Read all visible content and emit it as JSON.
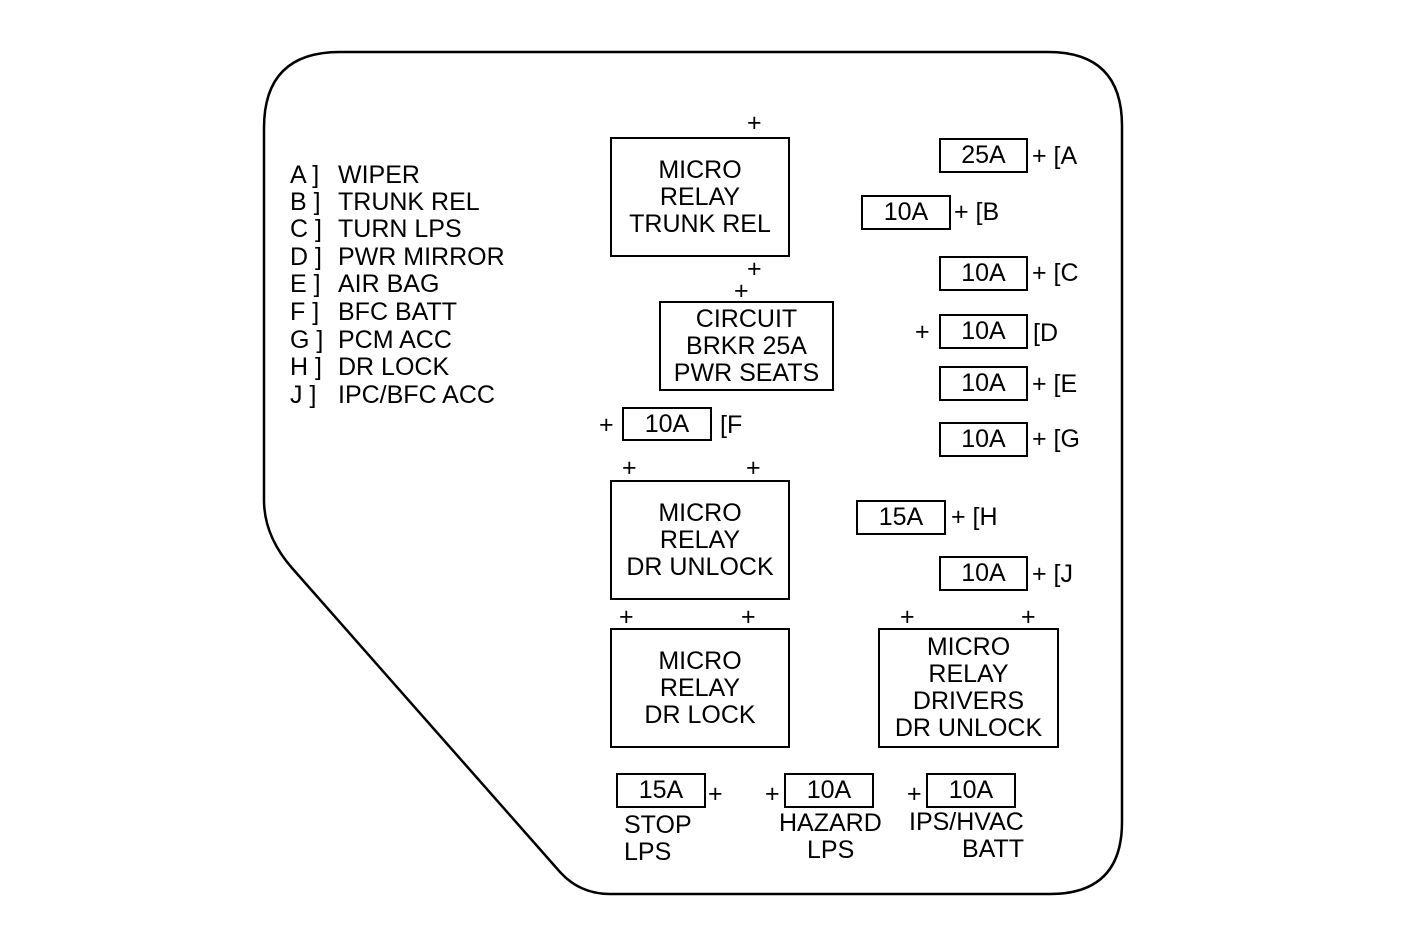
{
  "legend": [
    {
      "key": "A ]",
      "name": "WIPER"
    },
    {
      "key": "B ]",
      "name": "TRUNK REL"
    },
    {
      "key": "C ]",
      "name": "TURN LPS"
    },
    {
      "key": "D ]",
      "name": "PWR MIRROR"
    },
    {
      "key": "E ]",
      "name": "AIR BAG"
    },
    {
      "key": "F ]",
      "name": "BFC BATT"
    },
    {
      "key": "G ]",
      "name": "PCM ACC"
    },
    {
      "key": "H ]",
      "name": "DR LOCK"
    },
    {
      "key": "J ]",
      "name": "IPC/BFC ACC"
    }
  ],
  "relays": {
    "trunk_rel": [
      "MICRO",
      "RELAY",
      "TRUNK REL"
    ],
    "circuit_breaker": [
      "CIRCUIT",
      "BRKR 25A",
      "PWR SEATS"
    ],
    "dr_unlock": [
      "MICRO",
      "RELAY",
      "DR UNLOCK"
    ],
    "dr_lock": [
      "MICRO",
      "RELAY",
      "DR LOCK"
    ],
    "drivers_dr_unlock": [
      "MICRO",
      "RELAY",
      "DRIVERS",
      "DR UNLOCK"
    ]
  },
  "fuses": {
    "a": {
      "rating": "25A",
      "tag": "+ [A"
    },
    "b": {
      "rating": "10A",
      "tag": "+ [B"
    },
    "c": {
      "rating": "10A",
      "tag": "+ [C"
    },
    "d": {
      "rating": "10A",
      "plus": "+",
      "tag": "[D"
    },
    "e": {
      "rating": "10A",
      "tag": "+ [E"
    },
    "f": {
      "rating": "10A",
      "plus": "+",
      "tag": "[F"
    },
    "g": {
      "rating": "10A",
      "tag": "+ [G"
    },
    "h": {
      "rating": "15A",
      "tag": "+ [H"
    },
    "j": {
      "rating": "10A",
      "tag": "+ [J"
    },
    "stop": {
      "rating": "15A",
      "plus": "+",
      "label1": "STOP",
      "label2": "LPS"
    },
    "hazard": {
      "rating": "10A",
      "plus": "+",
      "label1": "HAZARD",
      "label2": "LPS"
    },
    "ips": {
      "rating": "10A",
      "plus": "+",
      "label1": "IPS/HVAC",
      "label2": "BATT"
    }
  },
  "plus": "+"
}
